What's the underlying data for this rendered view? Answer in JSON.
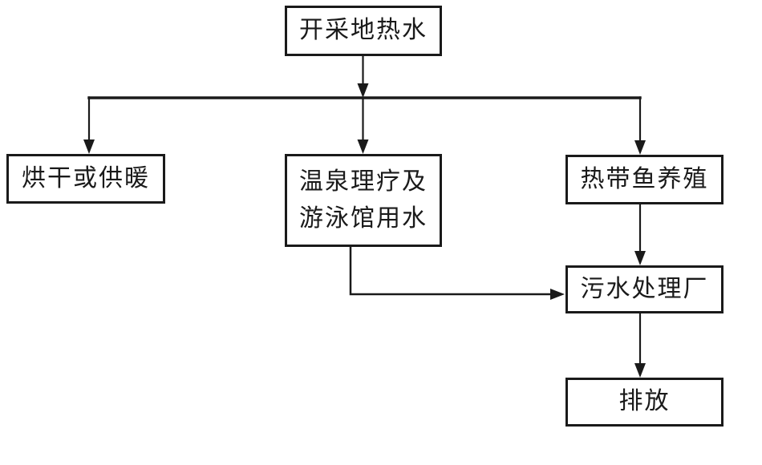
{
  "diagram": {
    "type": "flowchart",
    "background_color": "#ffffff",
    "line_color": "#1a1a1a",
    "nodes": {
      "extract": {
        "label": "开采地热水"
      },
      "dry": {
        "label": "烘干或供暖"
      },
      "spa": {
        "label": "温泉理疗及\n游泳馆用水"
      },
      "fish": {
        "label": "热带鱼养殖"
      },
      "sewage": {
        "label": "污水处理厂"
      },
      "discharge": {
        "label": "排放"
      }
    },
    "edges": [
      {
        "from": "extract",
        "to": "dry"
      },
      {
        "from": "extract",
        "to": "spa"
      },
      {
        "from": "extract",
        "to": "fish"
      },
      {
        "from": "spa",
        "to": "sewage"
      },
      {
        "from": "fish",
        "to": "sewage"
      },
      {
        "from": "sewage",
        "to": "discharge"
      }
    ]
  }
}
